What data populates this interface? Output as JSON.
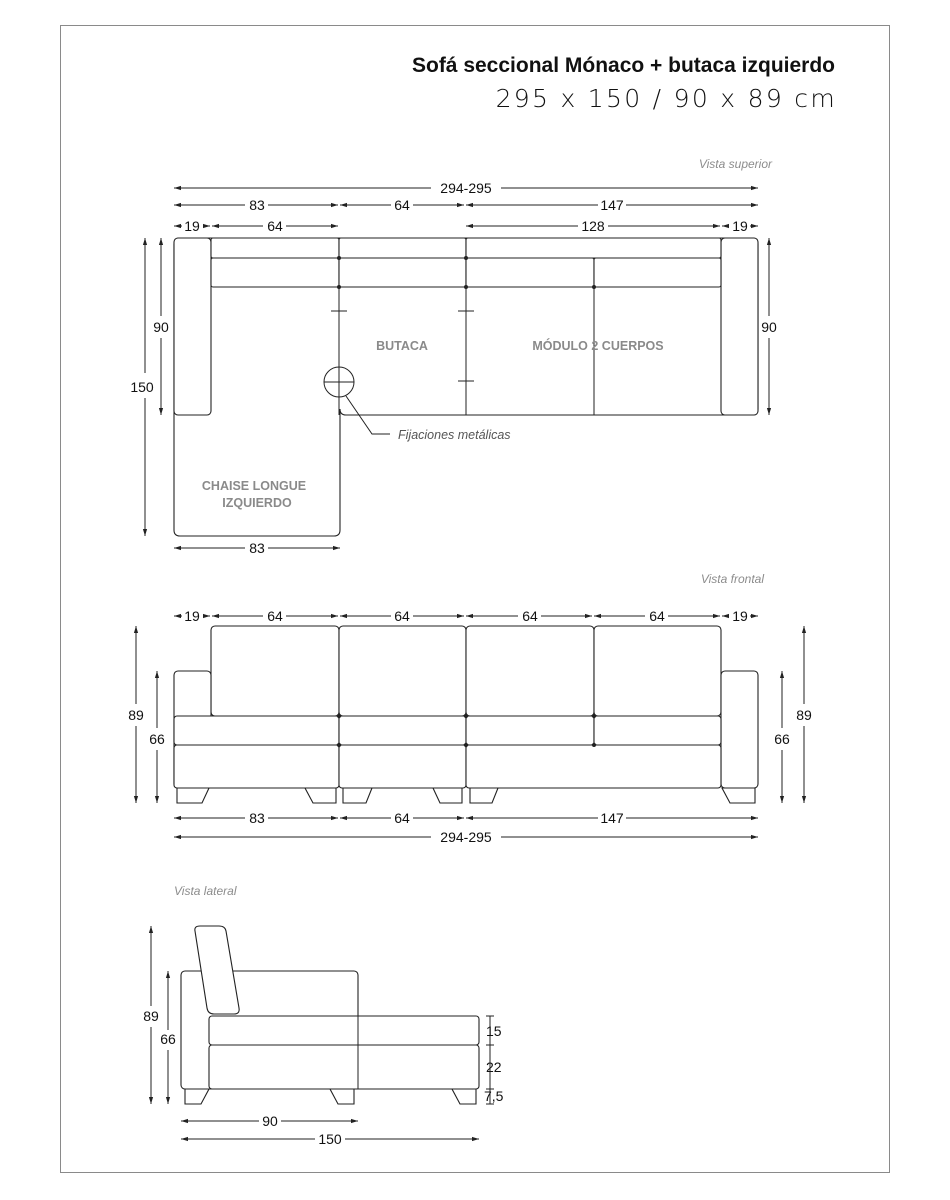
{
  "title": "Sofá seccional Mónaco + butaca izquierdo",
  "subtitle": "295 x 150 / 90 x 89 cm",
  "views": {
    "top": "Vista superior",
    "front": "Vista frontal",
    "side": "Vista lateral"
  },
  "labels": {
    "butaca": "BUTACA",
    "modulo": "MÓDULO 2 CUERPOS",
    "chaise_line1": "CHAISE LONGUE",
    "chaise_line2": "IZQUIERDO",
    "fijaciones": "Fijaciones metálicas"
  },
  "dimensions": {
    "total_width": "294-295",
    "chaise_width": "83",
    "butaca_width": "64",
    "modulo_width": "147",
    "arm": "19",
    "seat": "64",
    "modulo_inner": "128",
    "depth": "90",
    "chaise_depth": "150",
    "height": "89",
    "arm_height": "66",
    "cushion": "15",
    "base": "22",
    "leg": "7,5"
  }
}
